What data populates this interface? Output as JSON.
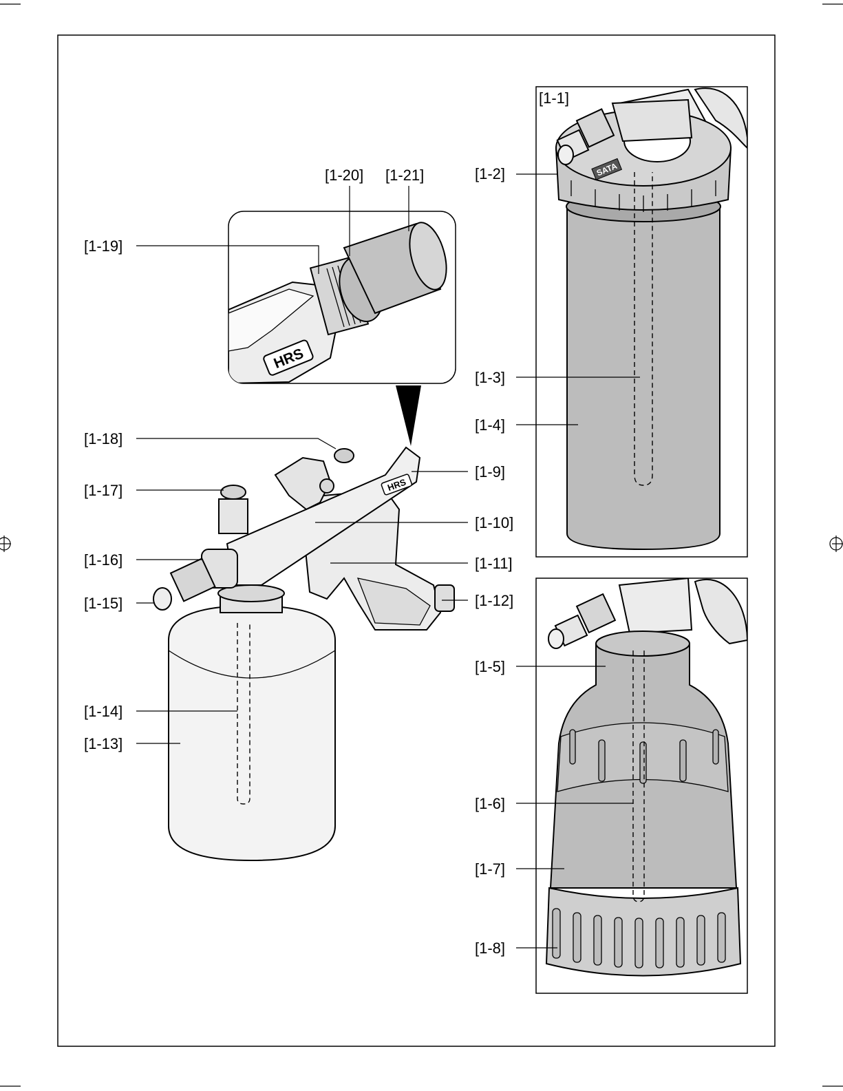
{
  "labels": {
    "l1_1": "[1-1]",
    "l1_2": "[1-2]",
    "l1_3": "[1-3]",
    "l1_4": "[1-4]",
    "l1_5": "[1-5]",
    "l1_6": "[1-6]",
    "l1_7": "[1-7]",
    "l1_8": "[1-8]",
    "l1_9": "[1-9]",
    "l1_10": "[1-10]",
    "l1_11": "[1-11]",
    "l1_12": "[1-12]",
    "l1_13": "[1-13]",
    "l1_14": "[1-14]",
    "l1_15": "[1-15]",
    "l1_16": "[1-16]",
    "l1_17": "[1-17]",
    "l1_18": "[1-18]",
    "l1_19": "[1-19]",
    "l1_20": "[1-20]",
    "l1_21": "[1-21]"
  },
  "markings": {
    "hrs_detail": "HRS",
    "hrs_gun": "HRS",
    "sata_logo": "SATA"
  },
  "colors": {
    "line": "#000000",
    "cup_dark": "#bcbcbc",
    "cup_light": "#f3f3f3",
    "metal": "#d6d6d6",
    "background": "#ffffff"
  }
}
